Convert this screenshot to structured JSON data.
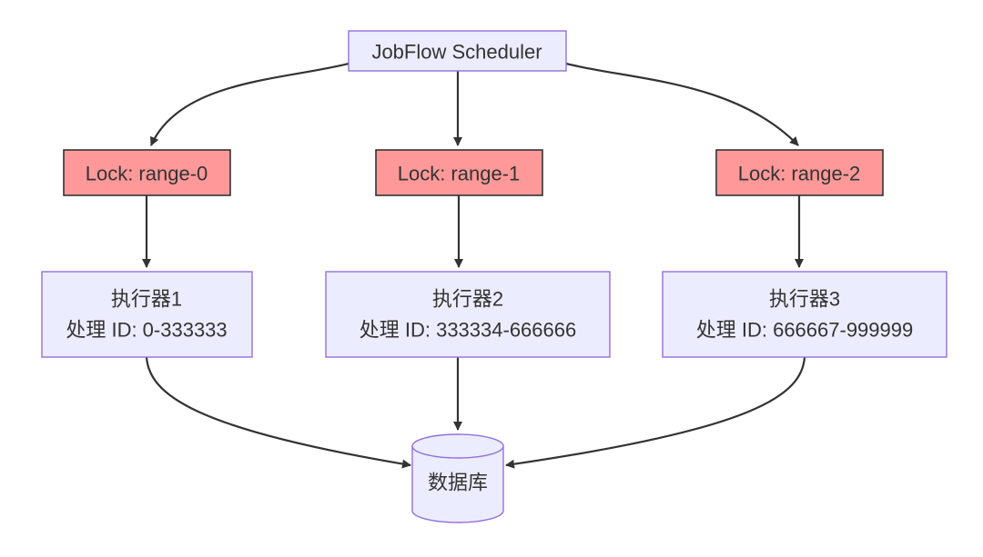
{
  "diagram": {
    "kind": "flowchart",
    "scheduler": {
      "label": "JobFlow Scheduler"
    },
    "locks": [
      {
        "label": "Lock: range-0"
      },
      {
        "label": "Lock: range-1"
      },
      {
        "label": "Lock: range-2"
      }
    ],
    "executors": [
      {
        "title": "执行器1",
        "subtitle": "处理 ID: 0-333333"
      },
      {
        "title": "执行器2",
        "subtitle": "处理 ID: 333334-666666"
      },
      {
        "title": "执行器3",
        "subtitle": "处理 ID: 666667-999999"
      }
    ],
    "database": {
      "label": "数据库"
    },
    "edges": [
      {
        "from": "scheduler",
        "to": "lock-range-0"
      },
      {
        "from": "scheduler",
        "to": "lock-range-1"
      },
      {
        "from": "scheduler",
        "to": "lock-range-2"
      },
      {
        "from": "lock-range-0",
        "to": "executor-1"
      },
      {
        "from": "lock-range-1",
        "to": "executor-2"
      },
      {
        "from": "lock-range-2",
        "to": "executor-3"
      },
      {
        "from": "executor-1",
        "to": "database"
      },
      {
        "from": "executor-2",
        "to": "database"
      },
      {
        "from": "executor-3",
        "to": "database"
      }
    ],
    "colors": {
      "node_fill": "#ECECFF",
      "node_stroke": "#9370DB",
      "lock_fill": "#FF9999",
      "lock_stroke": "#333333",
      "edge": "#333333",
      "text": "#333333",
      "background": "#FFFFFF"
    }
  }
}
